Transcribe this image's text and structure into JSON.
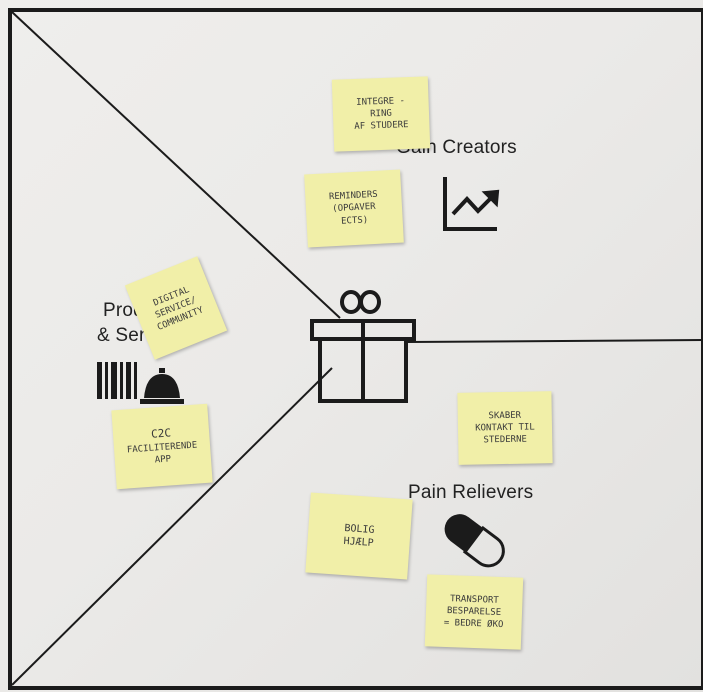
{
  "canvas": {
    "sections": {
      "gain_creators": "Gain Creators",
      "products_services_line1": "Products",
      "products_services_line2": "& Services",
      "pain_relievers": "Pain Relievers"
    },
    "icons": {
      "gain_creators_icon": "rising-chart-icon",
      "center_icon": "gift-box-icon",
      "products_icons": [
        "barcode-icon",
        "service-bell-icon"
      ],
      "pain_relievers_icon": "pill-icon"
    },
    "line_color": "#1b1b1b",
    "note_color": "#f1efa8"
  },
  "notes": {
    "integreering": [
      "INTEGRE -",
      "RING",
      "AF STUDERE"
    ],
    "reminders": [
      "REMINDERS",
      "(OPGAVER",
      "ECTS)"
    ],
    "digital_service": [
      "DIGITAL",
      "SERVICE/",
      "COMMUNITY"
    ],
    "c2c": [
      "C2C",
      "FACILITERENDE",
      "APP"
    ],
    "skaber_kontakt": [
      "SKABER",
      "KONTAKT TIL",
      "STEDERNE"
    ],
    "bolig_hjaelp": [
      "BOLIG",
      "HJÆLP"
    ],
    "transport": [
      "TRANSPORT",
      "BESPARELSE",
      "= BEDRE ØKO"
    ]
  }
}
